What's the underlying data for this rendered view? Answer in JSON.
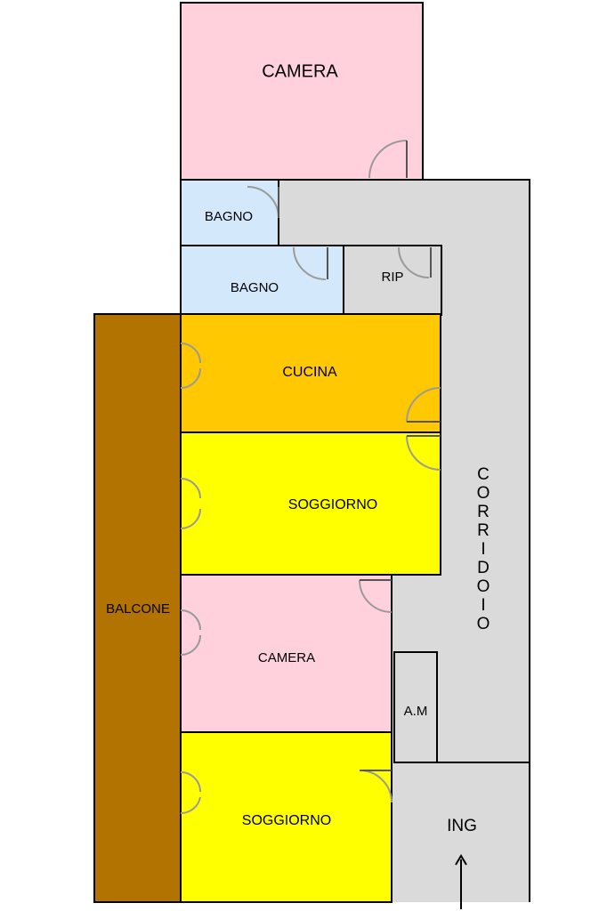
{
  "rooms": {
    "camera_top": "CAMERA",
    "bagno_upper": "BAGNO",
    "bagno_lower": "BAGNO",
    "rip": "RIP",
    "cucina": "CUCINA",
    "soggiorno_upper": "SOGGIORNO",
    "balcone": "BALCONE",
    "camera_lower": "CAMERA",
    "am": "A.M",
    "soggiorno_lower": "SOGGIORNO",
    "ing": "ING",
    "corridoio": [
      "C",
      "O",
      "R",
      "R",
      "I",
      "D",
      "O",
      "I",
      "O"
    ]
  },
  "colors": {
    "camera": "#ffd1dc",
    "bagno": "#d4e8fb",
    "corridor": "#dadada",
    "cucina": "#ffc800",
    "soggiorno": "#ffff00",
    "balcone": "#b27300",
    "wall": "#000000",
    "door": "#9a9a9a"
  }
}
